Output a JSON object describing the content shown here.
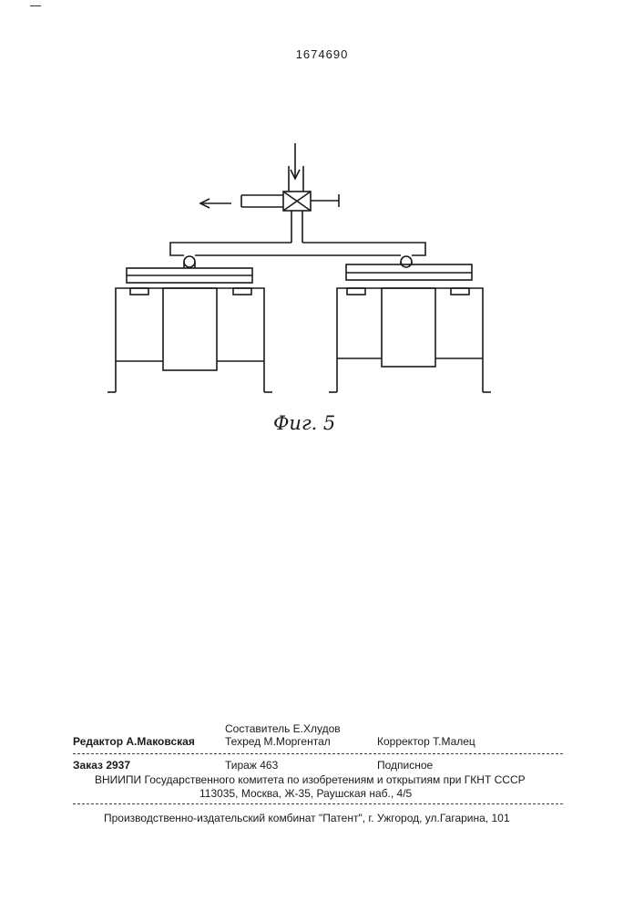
{
  "header": {
    "patent_number": "1674690"
  },
  "figure": {
    "caption": "Фиг. 5",
    "icons": [
      "flow-in-arrow-icon",
      "flow-out-arrow-icon",
      "valve-icon"
    ]
  },
  "imprint": {
    "composer": "Составитель Е.Хлудов",
    "editor": "Редактор  А.Маковская",
    "techred": "Техред М.Моргентал",
    "corrector": "Корректор  Т.Малец",
    "order": "Заказ  2937",
    "circulation": "Тираж 463",
    "subscription": "Подписное",
    "org_line": "ВНИИПИ Государственного комитета по изобретениям и открытиям при ГКНТ СССР",
    "address_line": "113035, Москва, Ж-35, Раушская наб., 4/5",
    "publisher_line": "Производственно-издательский комбинат \"Патент\", г. Ужгород, ул.Гагарина, 101"
  }
}
